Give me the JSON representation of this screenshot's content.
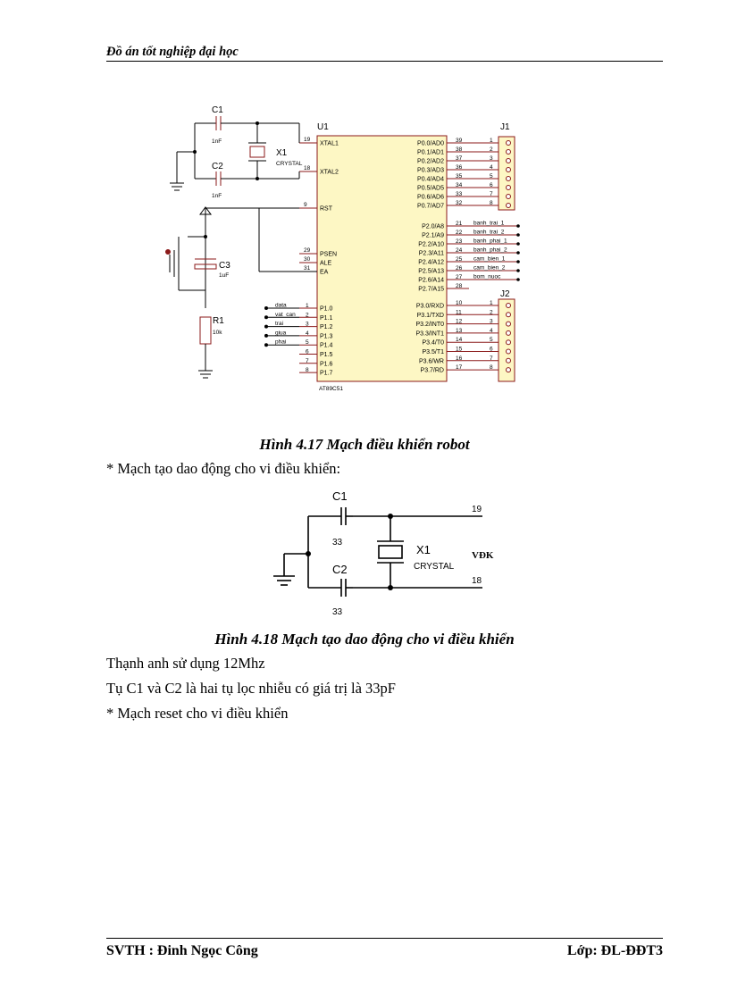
{
  "header": {
    "title": "Đồ án tốt nghiệp đại học"
  },
  "figure1": {
    "caption": "Hình 4.17 Mạch điều khiển robot",
    "u1": "U1",
    "j1": "J1",
    "j2": "J2",
    "chip": "AT89C51",
    "c1": "C1",
    "c1v": "1nF",
    "c2": "C2",
    "c2v": "1nF",
    "x1": "X1",
    "x1v": "CRYSTAL",
    "c3": "C3",
    "c3v": "1uF",
    "r1": "R1",
    "r1v": "10k",
    "xtal1": "XTAL1",
    "xtal2": "XTAL2",
    "rst": "RST",
    "psen": "PSEN",
    "ale": "ALE",
    "ea": "EA",
    "pin19": "19",
    "pin18": "18",
    "pin9": "9",
    "pin29": "29",
    "pin30": "30",
    "pin31": "31",
    "p0": [
      [
        "P0.0/AD0",
        "39"
      ],
      [
        "P0.1/AD1",
        "38"
      ],
      [
        "P0.2/AD2",
        "37"
      ],
      [
        "P0.3/AD3",
        "36"
      ],
      [
        "P0.4/AD4",
        "35"
      ],
      [
        "P0.5/AD5",
        "34"
      ],
      [
        "P0.6/AD6",
        "33"
      ],
      [
        "P0.7/AD7",
        "32"
      ]
    ],
    "p2": [
      [
        "P2.0/A8",
        "21",
        "banh_trai_1"
      ],
      [
        "P2.1/A9",
        "22",
        "banh_trai_2"
      ],
      [
        "P2.2/A10",
        "23",
        "banh_phai_1"
      ],
      [
        "P2.3/A11",
        "24",
        "banh_phai_2"
      ],
      [
        "P2.4/A12",
        "25",
        "cam_bien_1"
      ],
      [
        "P2.5/A13",
        "26",
        "cam_bien_2"
      ],
      [
        "P2.6/A14",
        "27",
        "bom_nuoc"
      ],
      [
        "P2.7/A15",
        "28",
        ""
      ]
    ],
    "p3": [
      [
        "P3.0/RXD",
        "10"
      ],
      [
        "P3.1/TXD",
        "11"
      ],
      [
        "P3.2/INT0",
        "12"
      ],
      [
        "P3.3/INT1",
        "13"
      ],
      [
        "P3.4/T0",
        "14"
      ],
      [
        "P3.5/T1",
        "15"
      ],
      [
        "P3.6/WR",
        "16"
      ],
      [
        "P3.7/RD",
        "17"
      ]
    ],
    "p1": [
      [
        "P1.0",
        "1",
        "data"
      ],
      [
        "P1.1",
        "2",
        "vat_can"
      ],
      [
        "P1.2",
        "3",
        "trai"
      ],
      [
        "P1.3",
        "4",
        "giua"
      ],
      [
        "P1.4",
        "5",
        "phai"
      ],
      [
        "P1.5",
        "6",
        ""
      ],
      [
        "P1.6",
        "7",
        ""
      ],
      [
        "P1.7",
        "8",
        ""
      ]
    ],
    "connector_pins": [
      "1",
      "2",
      "3",
      "4",
      "5",
      "6",
      "7",
      "8"
    ]
  },
  "para1": "* Mạch tạo dao động cho vi điều khiển:",
  "figure2": {
    "caption": "Hình 4.18 Mạch tạo dao động cho vi điều khiển",
    "c1": "C1",
    "c1v": "33",
    "c2": "C2",
    "c2v": "33",
    "x1": "X1",
    "x1v": "CRYSTAL",
    "vdk": "VĐK",
    "pin19": "19",
    "pin18": "18"
  },
  "para2": "Thạnh anh sử dụng 12Mhz",
  "para3": "Tụ C1 và C2 là hai tụ lọc nhiễu có giá trị là 33pF",
  "para4": "* Mạch reset cho vi điều khiển",
  "footer": {
    "left": "SVTH : Đinh Ngọc Công",
    "right": "Lớp: ĐL-ĐĐT3"
  },
  "colors": {
    "chip_fill": "#fdf7c4",
    "chip_stroke": "#8b1a1a",
    "pin_color": "#8b1a1a",
    "wire": "#000000"
  }
}
